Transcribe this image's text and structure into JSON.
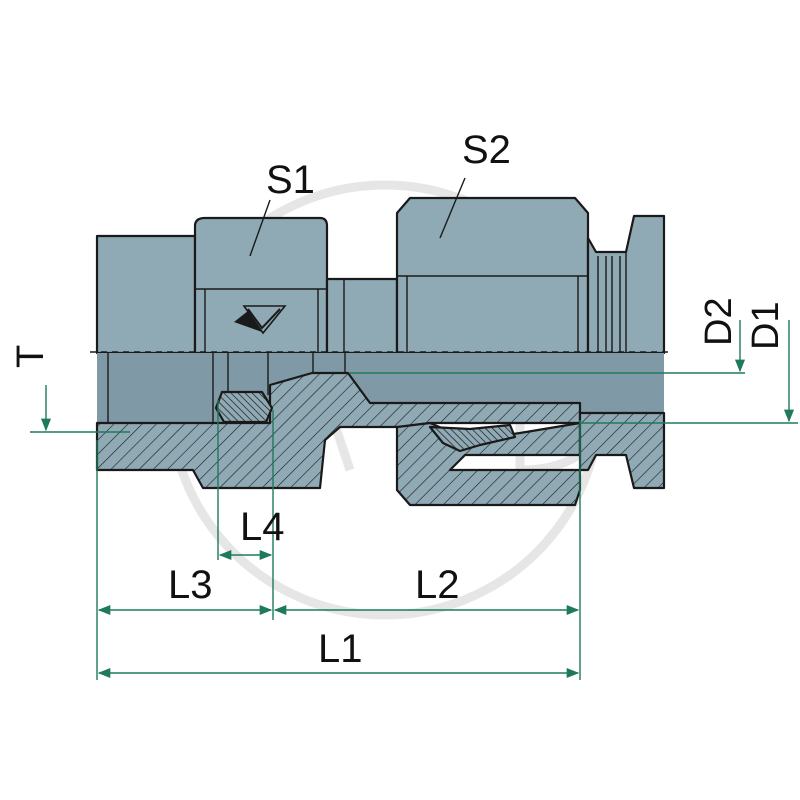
{
  "colors": {
    "metal": "#8fa9b5",
    "metal_dark": "#7f99a6",
    "outline": "#1a1a1a",
    "dimension": "#1e7a5a",
    "watermark": "#e3e3e3"
  },
  "labels": {
    "s1": "S1",
    "s2": "S2",
    "t": "T",
    "d1": "D1",
    "d2": "D2",
    "l1": "L1",
    "l2": "L2",
    "l3": "L3",
    "l4": "L4"
  },
  "icons": {
    "thread_mark": "v-thread-icon",
    "watermark": "acd-watermark"
  }
}
